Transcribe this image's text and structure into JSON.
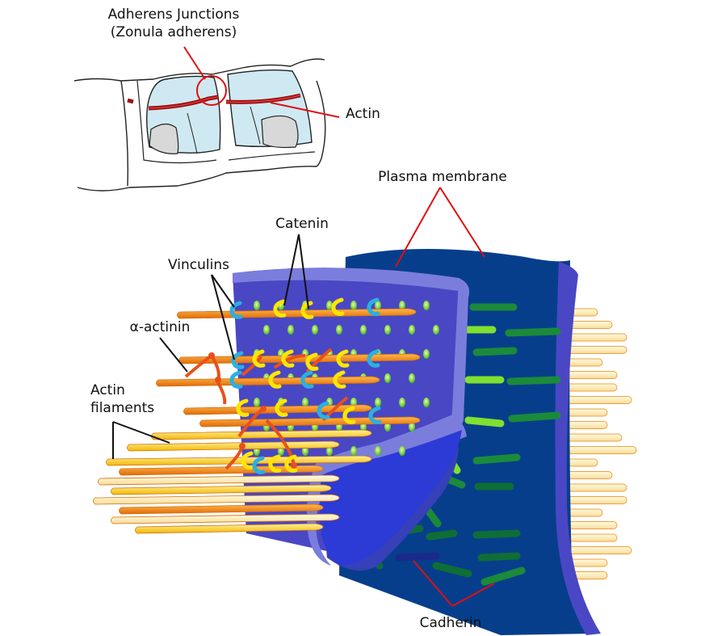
{
  "labels": {
    "adherens_line1": "Adherens Junctions",
    "adherens_line2": "(Zonula adherens)",
    "actin": "Actin",
    "plasma_membrane": "Plasma membrane",
    "catenin": "Catenin",
    "vinculins": "Vinculins",
    "alpha_actinin": "α-actinin",
    "actin_filaments_line1": "Actin",
    "actin_filaments_line2": "filaments",
    "cadherin": "Cadherin"
  },
  "colors": {
    "membrane_front": "#4a47c4",
    "membrane_rim": "#7b7ddc",
    "membrane_back": "#073e8c",
    "actin_orange": "#f28a10",
    "actin_yellow": "#ffd62a",
    "actin_pale": "#fff3b8",
    "alpha_actinin": "#e8501a",
    "vinculin": "#2ab0e0",
    "catenin": "#ffe600",
    "cadherin_light": "#7fe030",
    "cadherin_dark": "#0f6e35",
    "callout_red": "#e01010",
    "cell_fill": "#cfe9f2",
    "nucleus_fill": "#d8d8d8",
    "band_red": "#a01010"
  },
  "icons": [
    "cell-junction-schematic",
    "membrane-section-illustration"
  ]
}
